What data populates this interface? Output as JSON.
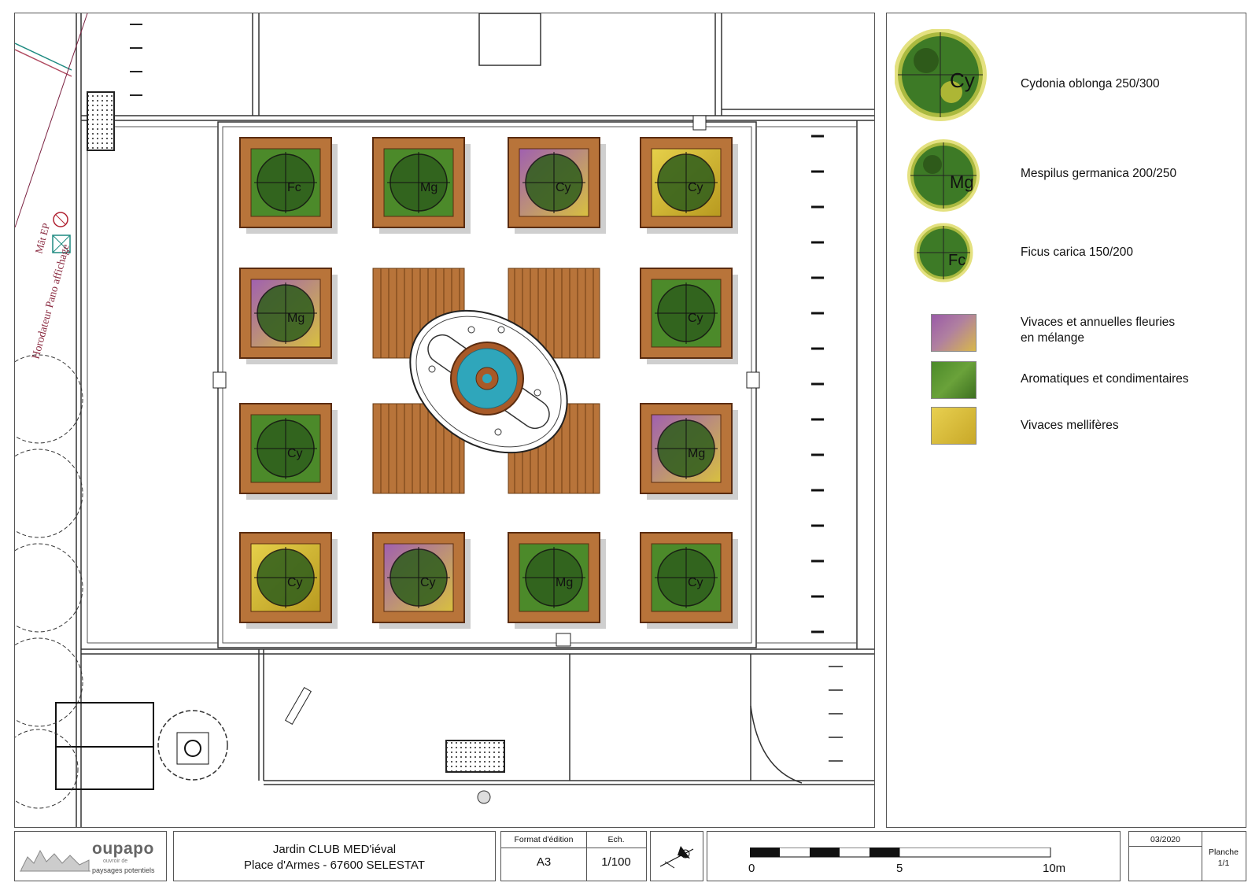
{
  "plan": {
    "tree_codes": [
      "Fc",
      "Mg",
      "Cy",
      "Cy",
      "Mg",
      "Cy",
      "Cy",
      "Mg",
      "Cy",
      "Cy",
      "Mg",
      "Cy"
    ],
    "handwritten_left": "Horodateur  Pano affichage",
    "handwritten_mat": "Mât EP"
  },
  "legend": {
    "items": [
      {
        "code": "Cy",
        "label": "Cydonia oblonga 250/300"
      },
      {
        "code": "Mg",
        "label": "Mespilus germanica 200/250"
      },
      {
        "code": "Fc",
        "label": "Ficus carica 150/200"
      },
      {
        "code": "",
        "label": "Vivaces et annuelles fleuries\nen mélange"
      },
      {
        "code": "",
        "label": "Aromatiques et condimentaires"
      },
      {
        "code": "",
        "label": "Vivaces mellifères"
      }
    ],
    "colors": {
      "wood": "#b8743a",
      "greenery": "#4c8a2a",
      "purple": "#9a66a8",
      "yellow": "#d8c13a",
      "water": "#2fa6bb"
    }
  },
  "title_block": {
    "logo_name": "oupapo",
    "logo_small": "ouvroir de",
    "logo_tagline": "paysages potentiels",
    "project_title": "Jardin CLUB MED'iéval",
    "project_address": "Place d'Armes - 67600 SELESTAT",
    "format_label": "Format d'édition",
    "format_value": "A3",
    "scale_label": "Ech.",
    "scale_value": "1/100",
    "scale_bar_labels": [
      "0",
      "5",
      "10m"
    ],
    "date": "03/2020",
    "sheet_label": "Planche",
    "sheet_value": "1/1"
  }
}
